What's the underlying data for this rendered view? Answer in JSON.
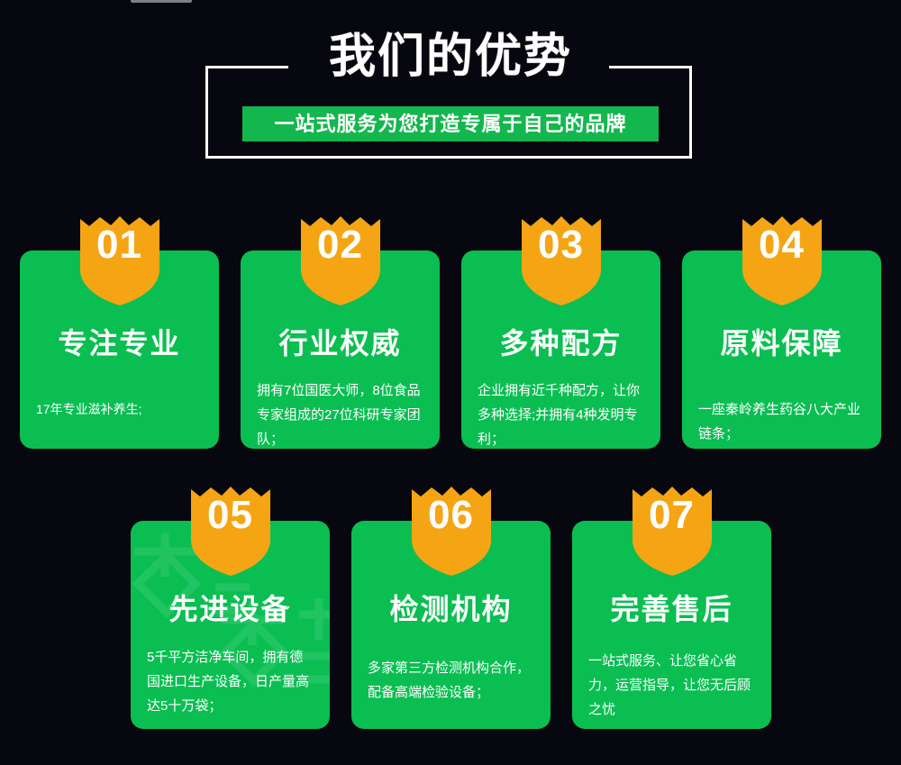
{
  "background_color": "#07070f",
  "accent_green": "#0bbe52",
  "banner_green": "#13b74e",
  "badge_orange": "#f5a514",
  "header": {
    "title": "我们的优势",
    "banner_text": "一站式服务为您打造专属于自己的品牌"
  },
  "cards": [
    {
      "number": "01",
      "title": "专注专业",
      "desc": "17年专业滋补养生;"
    },
    {
      "number": "02",
      "title": "行业权威",
      "desc": "拥有7位国医大师，8位食品专家组成的27位科研专家团队；"
    },
    {
      "number": "03",
      "title": "多种配方",
      "desc": "企业拥有近千种配方，让你多种选择;并拥有4种发明专利；"
    },
    {
      "number": "04",
      "title": "原料保障",
      "desc": "一座秦岭养生药谷八大产业链条；"
    },
    {
      "number": "05",
      "title": "先进设备",
      "desc": "5千平方洁净车间，拥有德国进口生产设备，日产量高达5十万袋；"
    },
    {
      "number": "06",
      "title": "检测机构",
      "desc": "多家第三方检测机构合作，配备高端检验设备；"
    },
    {
      "number": "07",
      "title": "完善售后",
      "desc": "一站式服务、让您省心省力，运营指导，让您无后顾之忧"
    }
  ]
}
